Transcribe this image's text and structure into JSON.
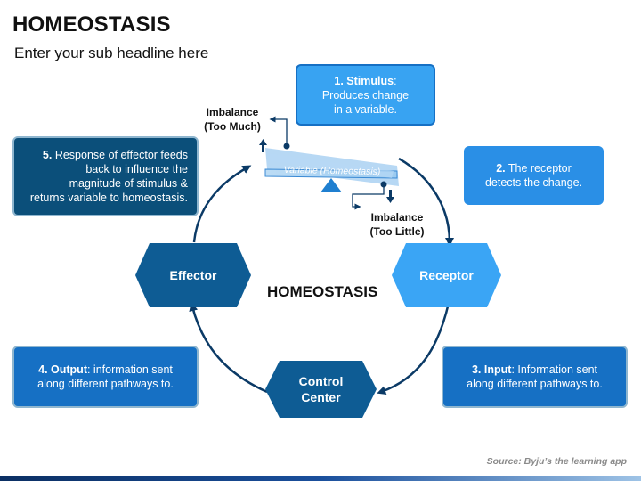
{
  "title": "HOMEOSTASIS",
  "subtitle": "Enter your sub headline here",
  "center_title": "HOMEOSTASIS",
  "source": "Source: Byju’s the learning app",
  "stimulus": {
    "bold": "1. Stimulus",
    "rest_1": ":",
    "line2": "Produces change",
    "line3": "in a variable."
  },
  "receptor_box": {
    "bold": "2.",
    "line1": " The receptor",
    "line2": "detects the change."
  },
  "input_box": {
    "bold": "3. Input",
    "line1": ": Information sent",
    "line2": "along different pathways to."
  },
  "output_box": {
    "bold": "4. Output",
    "line1": ": information sent",
    "line2": "along different pathways to."
  },
  "response_box": {
    "bold": "5.",
    "line1": " Response of effector feeds",
    "line2": "back to influence the",
    "line3": "magnitude of stimulus &",
    "line4": "returns variable to homeostasis."
  },
  "hexagons": {
    "effector": "Effector",
    "receptor": "Receptor",
    "control_1": "Control",
    "control_2": "Center"
  },
  "imbalance_high": {
    "line1": "Imbalance",
    "line2": "(Too Much)"
  },
  "imbalance_low": {
    "line1": "Imbalance",
    "line2": "(Too Little)"
  },
  "variable_label": "Variable (Homeostasis)",
  "colors": {
    "dark": "#0b4f7a",
    "mid": "#1670c4",
    "light": "#38a3f2",
    "hex_dark": "#0e5c94",
    "hex_light": "#3aa5f5",
    "arrow": "#0b3a66"
  }
}
